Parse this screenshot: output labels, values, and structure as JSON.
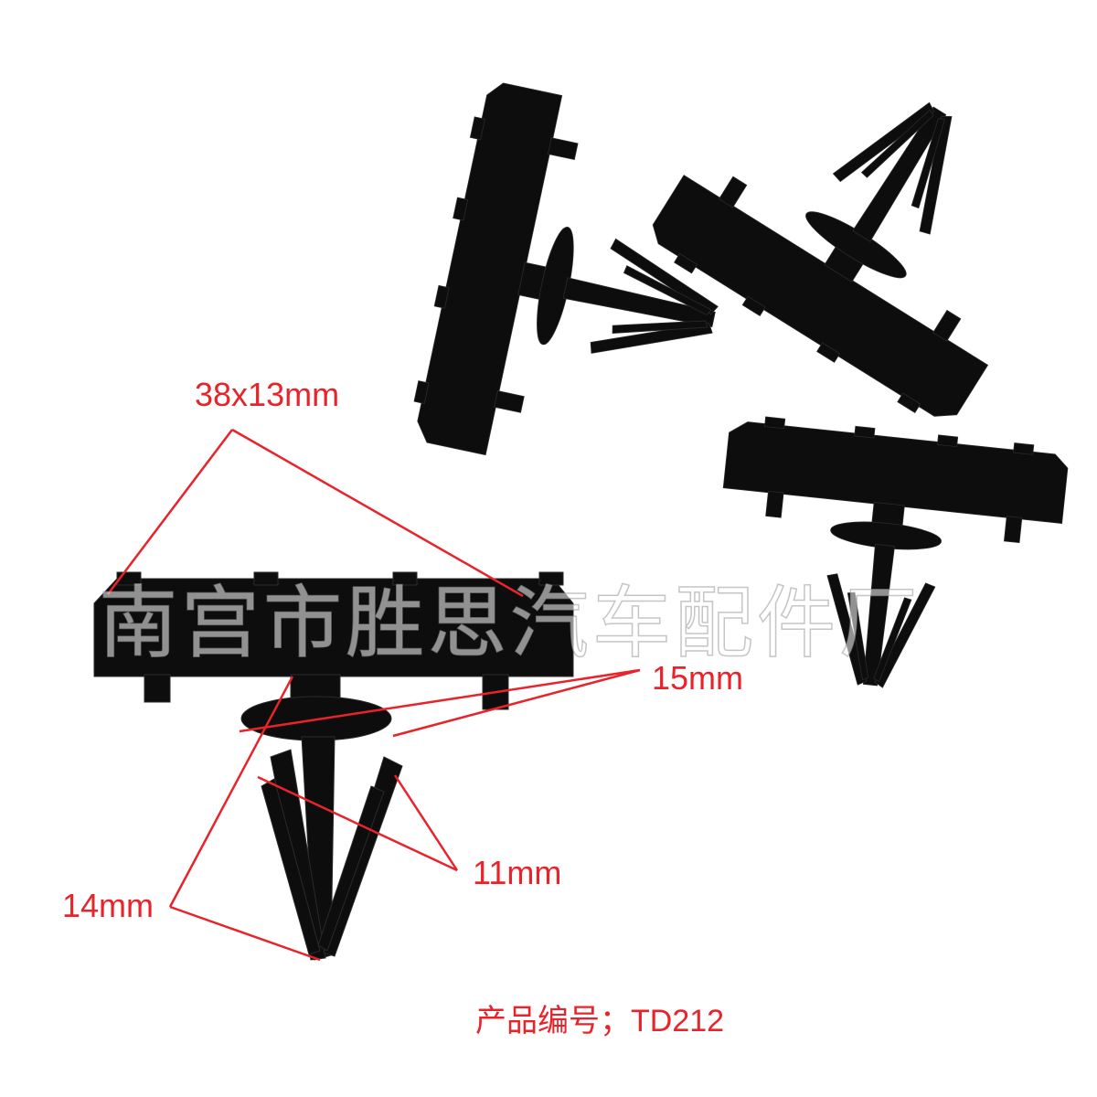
{
  "labels": {
    "overall_size": "38x13mm",
    "cap_diameter": "15mm",
    "leg_width": "11mm",
    "leg_length": "14mm"
  },
  "watermark": "南宫市胜思汽车配件厂",
  "product_code": "产品编号；TD212",
  "colors": {
    "part": "#0d0d0d",
    "part_edge": "#2a2a2a",
    "annotation": "#e8232a",
    "background": "#ffffff"
  },
  "icons": [
    "push-rivet-clip"
  ]
}
